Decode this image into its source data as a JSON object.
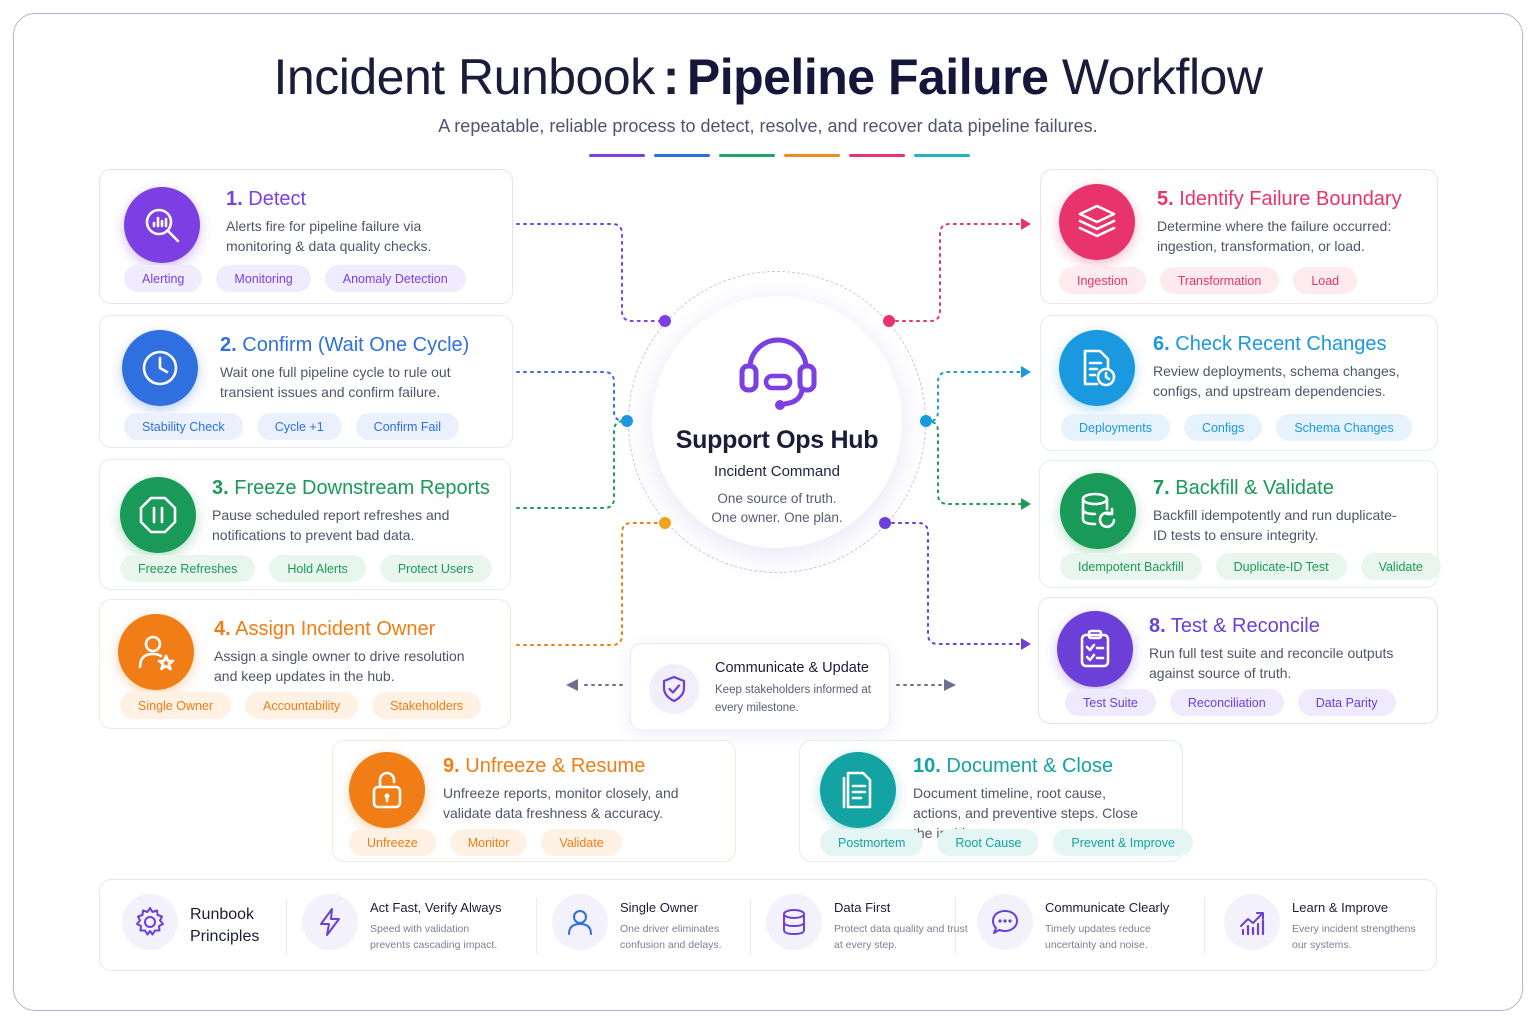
{
  "header": {
    "title_part1": "Incident Runbook",
    "title_sep": ":",
    "title_part2": "Pipeline Failure",
    "title_part3": "Workflow",
    "subtitle": "A repeatable, reliable process to detect, resolve, and recover data pipeline failures.",
    "accent_colors": [
      "#7b3fe4",
      "#2f6fe0",
      "#1fa463",
      "#f08a1c",
      "#e8336d",
      "#1fb3c4"
    ]
  },
  "hub": {
    "icon": "headset-icon",
    "title": "Support Ops Hub",
    "subtitle": "Incident Command",
    "desc_line1": "One source of truth.",
    "desc_line2": "One owner. One plan."
  },
  "communicate": {
    "icon": "shield-check-icon",
    "title": "Communicate & Update",
    "desc": "Keep stakeholders informed at every milestone."
  },
  "steps": [
    {
      "num": "1.",
      "title": "Detect",
      "desc": "Alerts fire for pipeline failure via monitoring & data quality checks.",
      "tags": [
        "Alerting",
        "Monitoring",
        "Anomaly Detection"
      ],
      "color": "#7b3fe4",
      "icon": "magnifier-chart-icon"
    },
    {
      "num": "2.",
      "title": "Confirm (Wait One Cycle)",
      "desc": "Wait one full pipeline cycle to rule out transient issues and confirm failure.",
      "tags": [
        "Stability Check",
        "Cycle +1",
        "Confirm Fail"
      ],
      "color": "#2f6fe0",
      "icon": "clock-icon"
    },
    {
      "num": "3.",
      "title": "Freeze Downstream Reports",
      "desc": "Pause scheduled report refreshes and notifications to prevent bad data.",
      "tags": [
        "Freeze Refreshes",
        "Hold Alerts",
        "Protect Users"
      ],
      "color": "#1a9a58",
      "icon": "pause-octagon-icon"
    },
    {
      "num": "4.",
      "title": "Assign Incident Owner",
      "desc": "Assign a single owner to drive resolution and keep updates in the hub.",
      "tags": [
        "Single Owner",
        "Accountability",
        "Stakeholders"
      ],
      "color": "#f07d15",
      "icon": "user-star-icon"
    },
    {
      "num": "5.",
      "title": "Identify Failure Boundary",
      "desc": "Determine where the failure occurred: ingestion, transformation, or load.",
      "tags": [
        "Ingestion",
        "Transformation",
        "Load"
      ],
      "color": "#e8336d",
      "icon": "layers-icon"
    },
    {
      "num": "6.",
      "title": "Check Recent Changes",
      "desc": "Review deployments, schema changes, configs, and upstream dependencies.",
      "tags": [
        "Deployments",
        "Configs",
        "Schema Changes"
      ],
      "color": "#1a98e0",
      "icon": "document-clock-icon"
    },
    {
      "num": "7.",
      "title": "Backfill & Validate",
      "desc": "Backfill idempotently and run duplicate-ID tests to ensure integrity.",
      "tags": [
        "Idempotent Backfill",
        "Duplicate-ID Test",
        "Validate"
      ],
      "color": "#1a9a58",
      "icon": "database-refresh-icon"
    },
    {
      "num": "8.",
      "title": "Test & Reconcile",
      "desc": "Run full test suite and reconcile outputs against source of truth.",
      "tags": [
        "Test Suite",
        "Reconciliation",
        "Data Parity"
      ],
      "color": "#6b3fd8",
      "icon": "clipboard-check-icon"
    },
    {
      "num": "9.",
      "title": "Unfreeze & Resume",
      "desc": "Unfreeze reports, monitor closely, and validate data freshness & accuracy.",
      "tags": [
        "Unfreeze",
        "Monitor",
        "Validate"
      ],
      "color": "#f07d15",
      "icon": "unlock-icon"
    },
    {
      "num": "10.",
      "title": "Document & Close",
      "desc": "Document timeline, root cause, actions, and preventive steps. Close the incident.",
      "tags": [
        "Postmortem",
        "Root Cause",
        "Prevent & Improve"
      ],
      "color": "#14a3a3",
      "icon": "document-icon"
    }
  ],
  "principles": {
    "label_line1": "Runbook",
    "label_line2": "Principles",
    "label_icon": "gear-icon",
    "items": [
      {
        "title": "Act Fast, Verify Always",
        "desc": "Speed with validation prevents cascading impact.",
        "icon": "lightning-icon"
      },
      {
        "title": "Single Owner",
        "desc": "One driver eliminates confusion and delays.",
        "icon": "user-icon"
      },
      {
        "title": "Data First",
        "desc": "Protect data quality and trust at every step.",
        "icon": "database-icon"
      },
      {
        "title": "Communicate Clearly",
        "desc": "Timely updates reduce uncertainty and noise.",
        "icon": "chat-icon"
      },
      {
        "title": "Learn & Improve",
        "desc": "Every incident strengthens our systems.",
        "icon": "trend-up-icon"
      }
    ]
  }
}
